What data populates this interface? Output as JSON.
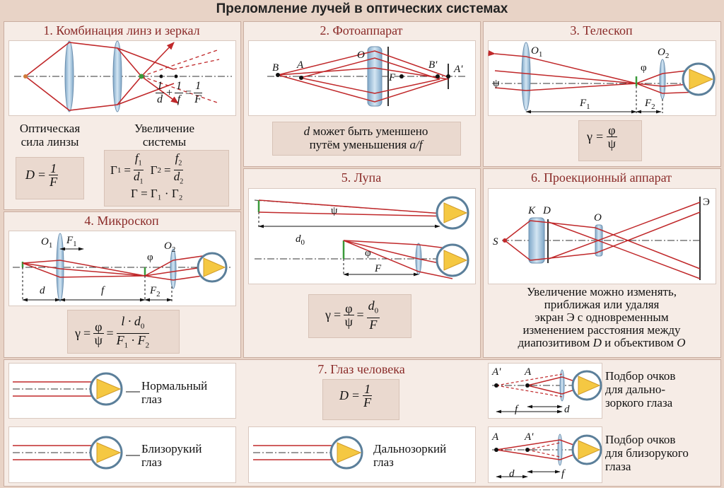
{
  "title": "Преломление лучей в оптических системах",
  "colors": {
    "ray": "#c0282a",
    "lens": "#a9c8e0",
    "accent": "#8a2a28",
    "panel": "#f6ece6",
    "formula_bg": "#ead9cf"
  },
  "s1": {
    "title": "1. Комбинация линз и зеркал",
    "optical_power_label": [
      "Оптическая",
      "сила линзы"
    ],
    "magnification_label": [
      "Увеличение",
      "системы"
    ],
    "thin_lens": {
      "one1": "1",
      "d": "d",
      "plus": "+",
      "one2": "1",
      "f": "f",
      "eq": "=",
      "one3": "1",
      "F": "F"
    },
    "D_formula": {
      "D": "D",
      "eq": "=",
      "num": "1",
      "den": "F"
    },
    "G1": {
      "G": "Γ",
      "sub": "1",
      "eq": "=",
      "num": "f",
      "num_sub": "1",
      "den": "d",
      "den_sub": "1"
    },
    "G2": {
      "G": "Γ",
      "sub": "2",
      "eq": "=",
      "num": "f",
      "num_sub": "2",
      "den": "d",
      "den_sub": "2"
    },
    "G": "Γ = Γ₁ · Γ₂"
  },
  "s2": {
    "title": "2. Фотоаппарат",
    "labels": {
      "B": "B",
      "A": "A",
      "O": "O",
      "F": "F",
      "B2": "B'",
      "A2": "A'"
    },
    "text_d": "d",
    "text1": " может быть уменшено",
    "text2": "путём уменьшения ",
    "text2_var": "a/f"
  },
  "s3": {
    "title": "3. Телескоп",
    "labels": {
      "O1": "O",
      "O1s": "1",
      "O2": "O",
      "O2s": "2",
      "phi": "φ",
      "psi": "ψ",
      "F1": "F",
      "F1s": "1",
      "F2": "F",
      "F2s": "2"
    },
    "formula": {
      "g": "γ",
      "eq": "=",
      "num": "φ",
      "den": "ψ"
    }
  },
  "s4": {
    "title": "4. Микроскоп",
    "labels": {
      "O1": "O",
      "O1s": "1",
      "F1": "F",
      "F1s": "1",
      "phi": "φ",
      "O2": "O",
      "O2s": "2",
      "d": "d",
      "f": "f",
      "F2": "F",
      "F2s": "2"
    },
    "formula": {
      "g": "γ",
      "eq1": "=",
      "n1": "φ",
      "d1": "ψ",
      "eq2": "=",
      "n2": "l · d",
      "n2s": "0",
      "d2a": "F",
      "d2as": "1",
      "d2b": " · F",
      "d2bs": "2"
    }
  },
  "s5": {
    "title": "5. Лупа",
    "labels": {
      "psi": "ψ",
      "d0": "d",
      "d0s": "0",
      "phi": "φ",
      "F": "F"
    },
    "formula": {
      "g": "γ",
      "eq1": "=",
      "n1": "φ",
      "d1": "ψ",
      "eq2": "=",
      "n2": "d",
      "n2s": "0",
      "d2": "F"
    }
  },
  "s6": {
    "title": "6. Проекционный аппарат",
    "labels": {
      "S": "S",
      "K": "K",
      "D": "D",
      "O": "O",
      "E": "Э"
    },
    "text": [
      "Увеличение можно изменять,",
      "приближая или удаляя",
      "экран Э с одновременным",
      "изменением расстояния между",
      "диапозитивом "
    ],
    "text_D": "D",
    "text_mid": " и объективом ",
    "text_O": "O"
  },
  "s7": {
    "title": "7. Глаз человека",
    "normal": [
      "Нормальный",
      "глаз"
    ],
    "myopic": [
      "Близорукий",
      "глаз"
    ],
    "hyperopic": [
      "Дальнозоркий",
      "глаз"
    ],
    "formula": {
      "D": "D",
      "eq": "=",
      "num": "1",
      "den": "F"
    },
    "far_glasses": [
      "Подбор очков",
      "для дально-",
      "зоркого глаза"
    ],
    "near_glasses": [
      "Подбор очков",
      "для близорукого",
      "глаза"
    ],
    "labels": {
      "A2": "A'",
      "A": "A",
      "f": "f",
      "d": "d"
    }
  }
}
